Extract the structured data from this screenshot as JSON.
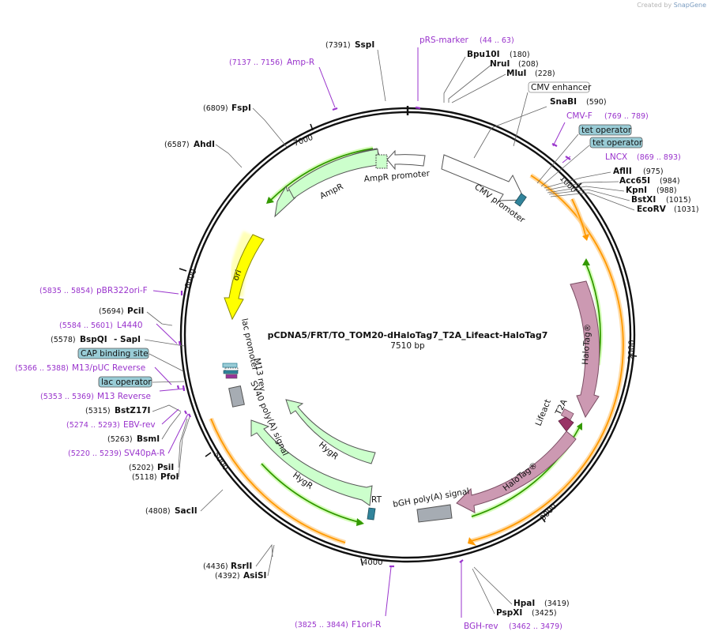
{
  "credit": {
    "prefix": "Created by",
    "brand": "SnapGene"
  },
  "plasmid": {
    "name": "pCDNA5/FRT/TO_TOM20-dHaloTag7_T2A_Lifeact-HaloTag7",
    "length_label": "7510 bp",
    "length": 7510
  },
  "tick_labels": [
    "1000",
    "2000",
    "3000",
    "4000",
    "5000",
    "6000",
    "7000"
  ],
  "sites": [
    {
      "name": "SspI",
      "pos": "(7391)"
    },
    {
      "name": "Bpu10I",
      "pos": "(180)"
    },
    {
      "name": "NruI",
      "pos": "(208)"
    },
    {
      "name": "MluI",
      "pos": "(228)"
    },
    {
      "name": "SnaBI",
      "pos": "(590)"
    },
    {
      "name": "AflII",
      "pos": "(975)"
    },
    {
      "name": "Acc65I",
      "pos": "(984)"
    },
    {
      "name": "KpnI",
      "pos": "(988)"
    },
    {
      "name": "BstXI",
      "pos": "(1015)"
    },
    {
      "name": "EcoRV",
      "pos": "(1031)"
    },
    {
      "name": "HpaI",
      "pos": "(3419)"
    },
    {
      "name": "PspXI",
      "pos": "(3425)"
    },
    {
      "name": "RsrII",
      "pos": "(4436)"
    },
    {
      "name": "AsiSI",
      "pos": "(4392)"
    },
    {
      "name": "SacII",
      "pos": "(4808)"
    },
    {
      "name": "PsiI",
      "pos": "(5202)"
    },
    {
      "name": "PfoI",
      "pos": "(5118)"
    },
    {
      "name": "BsmI",
      "pos": "(5263)"
    },
    {
      "name": "BstZ17I",
      "pos": "(5315)"
    },
    {
      "name": "BspQI",
      "pos": "(5578)"
    },
    {
      "name": "- SapI",
      "pos": ""
    },
    {
      "name": "PciI",
      "pos": "(5694)"
    },
    {
      "name": "AhdI",
      "pos": "(6587)"
    },
    {
      "name": "FspI",
      "pos": "(6809)"
    }
  ],
  "primers": [
    {
      "name": "pRS-marker",
      "range": "(44 .. 63)"
    },
    {
      "name": "CMV-F",
      "range": "(769 .. 789)"
    },
    {
      "name": "LNCX",
      "range": "(869 .. 893)"
    },
    {
      "name": "BGH-rev",
      "range": "(3462 .. 3479)"
    },
    {
      "name": "F1ori-R",
      "range": "(3825 .. 3844)"
    },
    {
      "name": "SV40pA-R",
      "range": "(5220 .. 5239)"
    },
    {
      "name": "EBV-rev",
      "range": "(5274 .. 5293)"
    },
    {
      "name": "M13 Reverse",
      "range": "(5353 .. 5369)"
    },
    {
      "name": "M13/pUC Reverse",
      "range": "(5366 .. 5388)"
    },
    {
      "name": "L4440",
      "range": "(5584 .. 5601)"
    },
    {
      "name": "pBR322ori-F",
      "range": "(5835 .. 5854)"
    },
    {
      "name": "Amp-R",
      "range": "(7137 .. 7156)"
    }
  ],
  "boxed_features": [
    "CMV enhancer",
    "tet operator",
    "tet operator",
    "CAP binding site",
    "lac operator"
  ],
  "features": [
    {
      "name": "CMV promoter",
      "color": "#ffffff"
    },
    {
      "name": "HaloTag®",
      "color": "#cc99b2"
    },
    {
      "name": "Lifeact",
      "color": "#cc99b2"
    },
    {
      "name": "T2A",
      "color": "#993366"
    },
    {
      "name": "HaloTag®",
      "color": "#cc99b2"
    },
    {
      "name": "bGH poly(A) signal",
      "color": "#a6acb3"
    },
    {
      "name": "FRT",
      "color": "#31849b"
    },
    {
      "name": "HygR",
      "color": "#ccffcc"
    },
    {
      "name": "HygR",
      "color": "#ccffcc"
    },
    {
      "name": "SV40 poly(A) signal",
      "color": "#a6acb3"
    },
    {
      "name": "M13 rev",
      "color": "#ffffff"
    },
    {
      "name": "lac promoter",
      "color": "#ffffff"
    },
    {
      "name": "ori",
      "color": "#ffff00"
    },
    {
      "name": "AmpR",
      "color": "#ccffcc"
    },
    {
      "name": "AmpR promoter",
      "color": "#ffffff"
    }
  ],
  "colors": {
    "backbone": "#000000",
    "primer": "#9933cc",
    "feature_box": "#99ccd6",
    "orange_arc": "#ff9900",
    "green_arc": "#339900"
  }
}
